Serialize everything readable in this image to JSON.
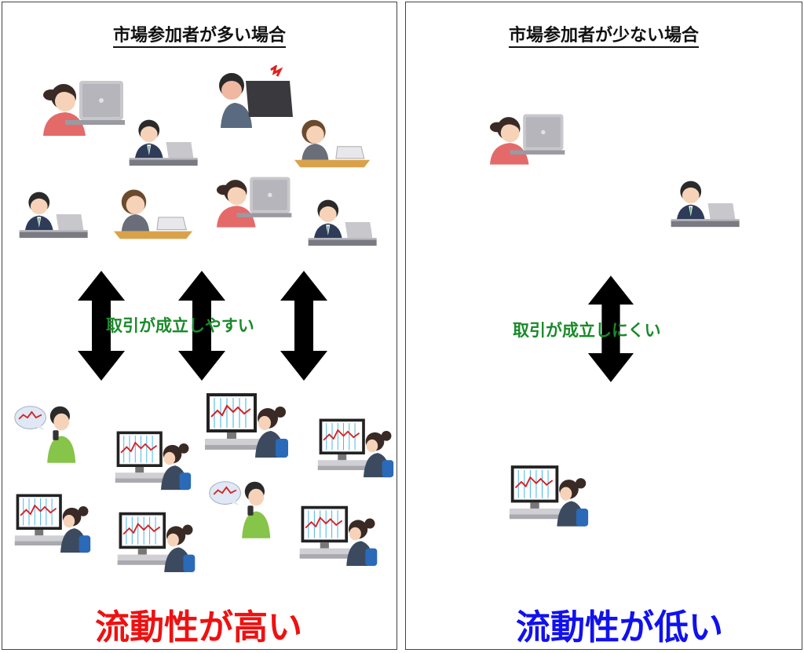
{
  "left": {
    "title": "市場参加者が多い場合",
    "trade_text": "取引が成立しやすい",
    "result_text": "流動性が高い",
    "result_color": "#ee1111"
  },
  "right": {
    "title": "市場参加者が少ない場合",
    "trade_text": "取引が成立しにくい",
    "result_text": "流動性が低い",
    "result_color": "#1111ee"
  },
  "colors": {
    "trade_text": "#1a8a2a",
    "arrow": "#000000"
  },
  "illustrations": {
    "laptop_woman": "person-laptop-icon",
    "laptop_man": "man-laptop-icon",
    "monitor_trader": "trader-monitor-icon",
    "phone_trader": "phone-chart-icon"
  }
}
